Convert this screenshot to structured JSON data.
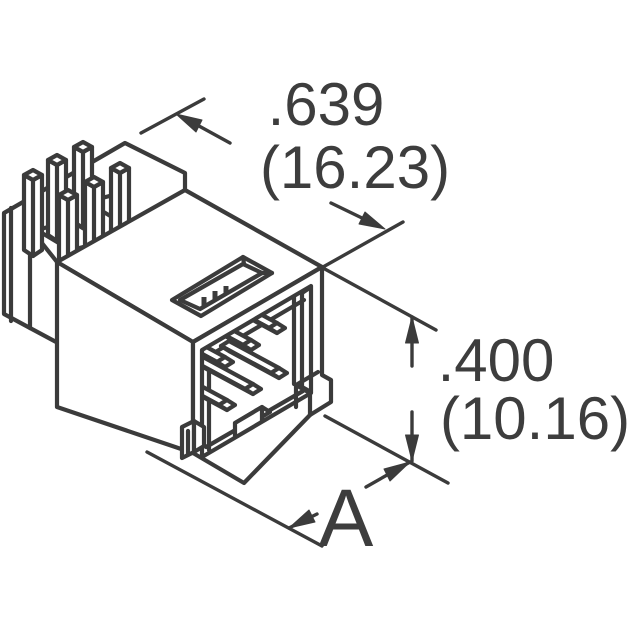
{
  "drawing": {
    "title": "Right-angle pin header connector, isometric technical drawing",
    "line_color": "#3b3b3b",
    "text_color": "#3d3d3d",
    "background": "#ffffff",
    "dimensions": {
      "width": {
        "inches": ".639",
        "millimeters": "(16.23)"
      },
      "height": {
        "inches": ".400",
        "millimeters": "(10.16)"
      },
      "reference": {
        "label": "A"
      }
    }
  }
}
